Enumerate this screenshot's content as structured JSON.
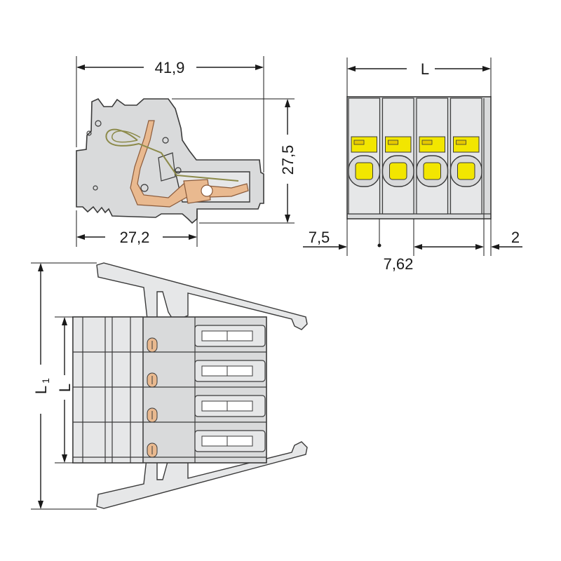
{
  "dimensions": {
    "total_width": "41,9",
    "height": "27,5",
    "depth": "27,2",
    "length": "L",
    "offset_left": "7,5",
    "pitch": "7,62",
    "offset_right": "2",
    "length_plus_latch": "L",
    "length_plus_latch_subscript": "1",
    "length_bottom": "L"
  },
  "colors": {
    "housing": "#d9dadb",
    "housing_light": "#e6e7e8",
    "outline": "#3a3a3a",
    "actuator": "#f2e600",
    "actuator_dark": "#e6c800",
    "clamp_spring": "#e9b98f",
    "spring_wire": "#8c8a4a",
    "background": "#ffffff"
  },
  "views": {
    "pole_count": 4
  }
}
